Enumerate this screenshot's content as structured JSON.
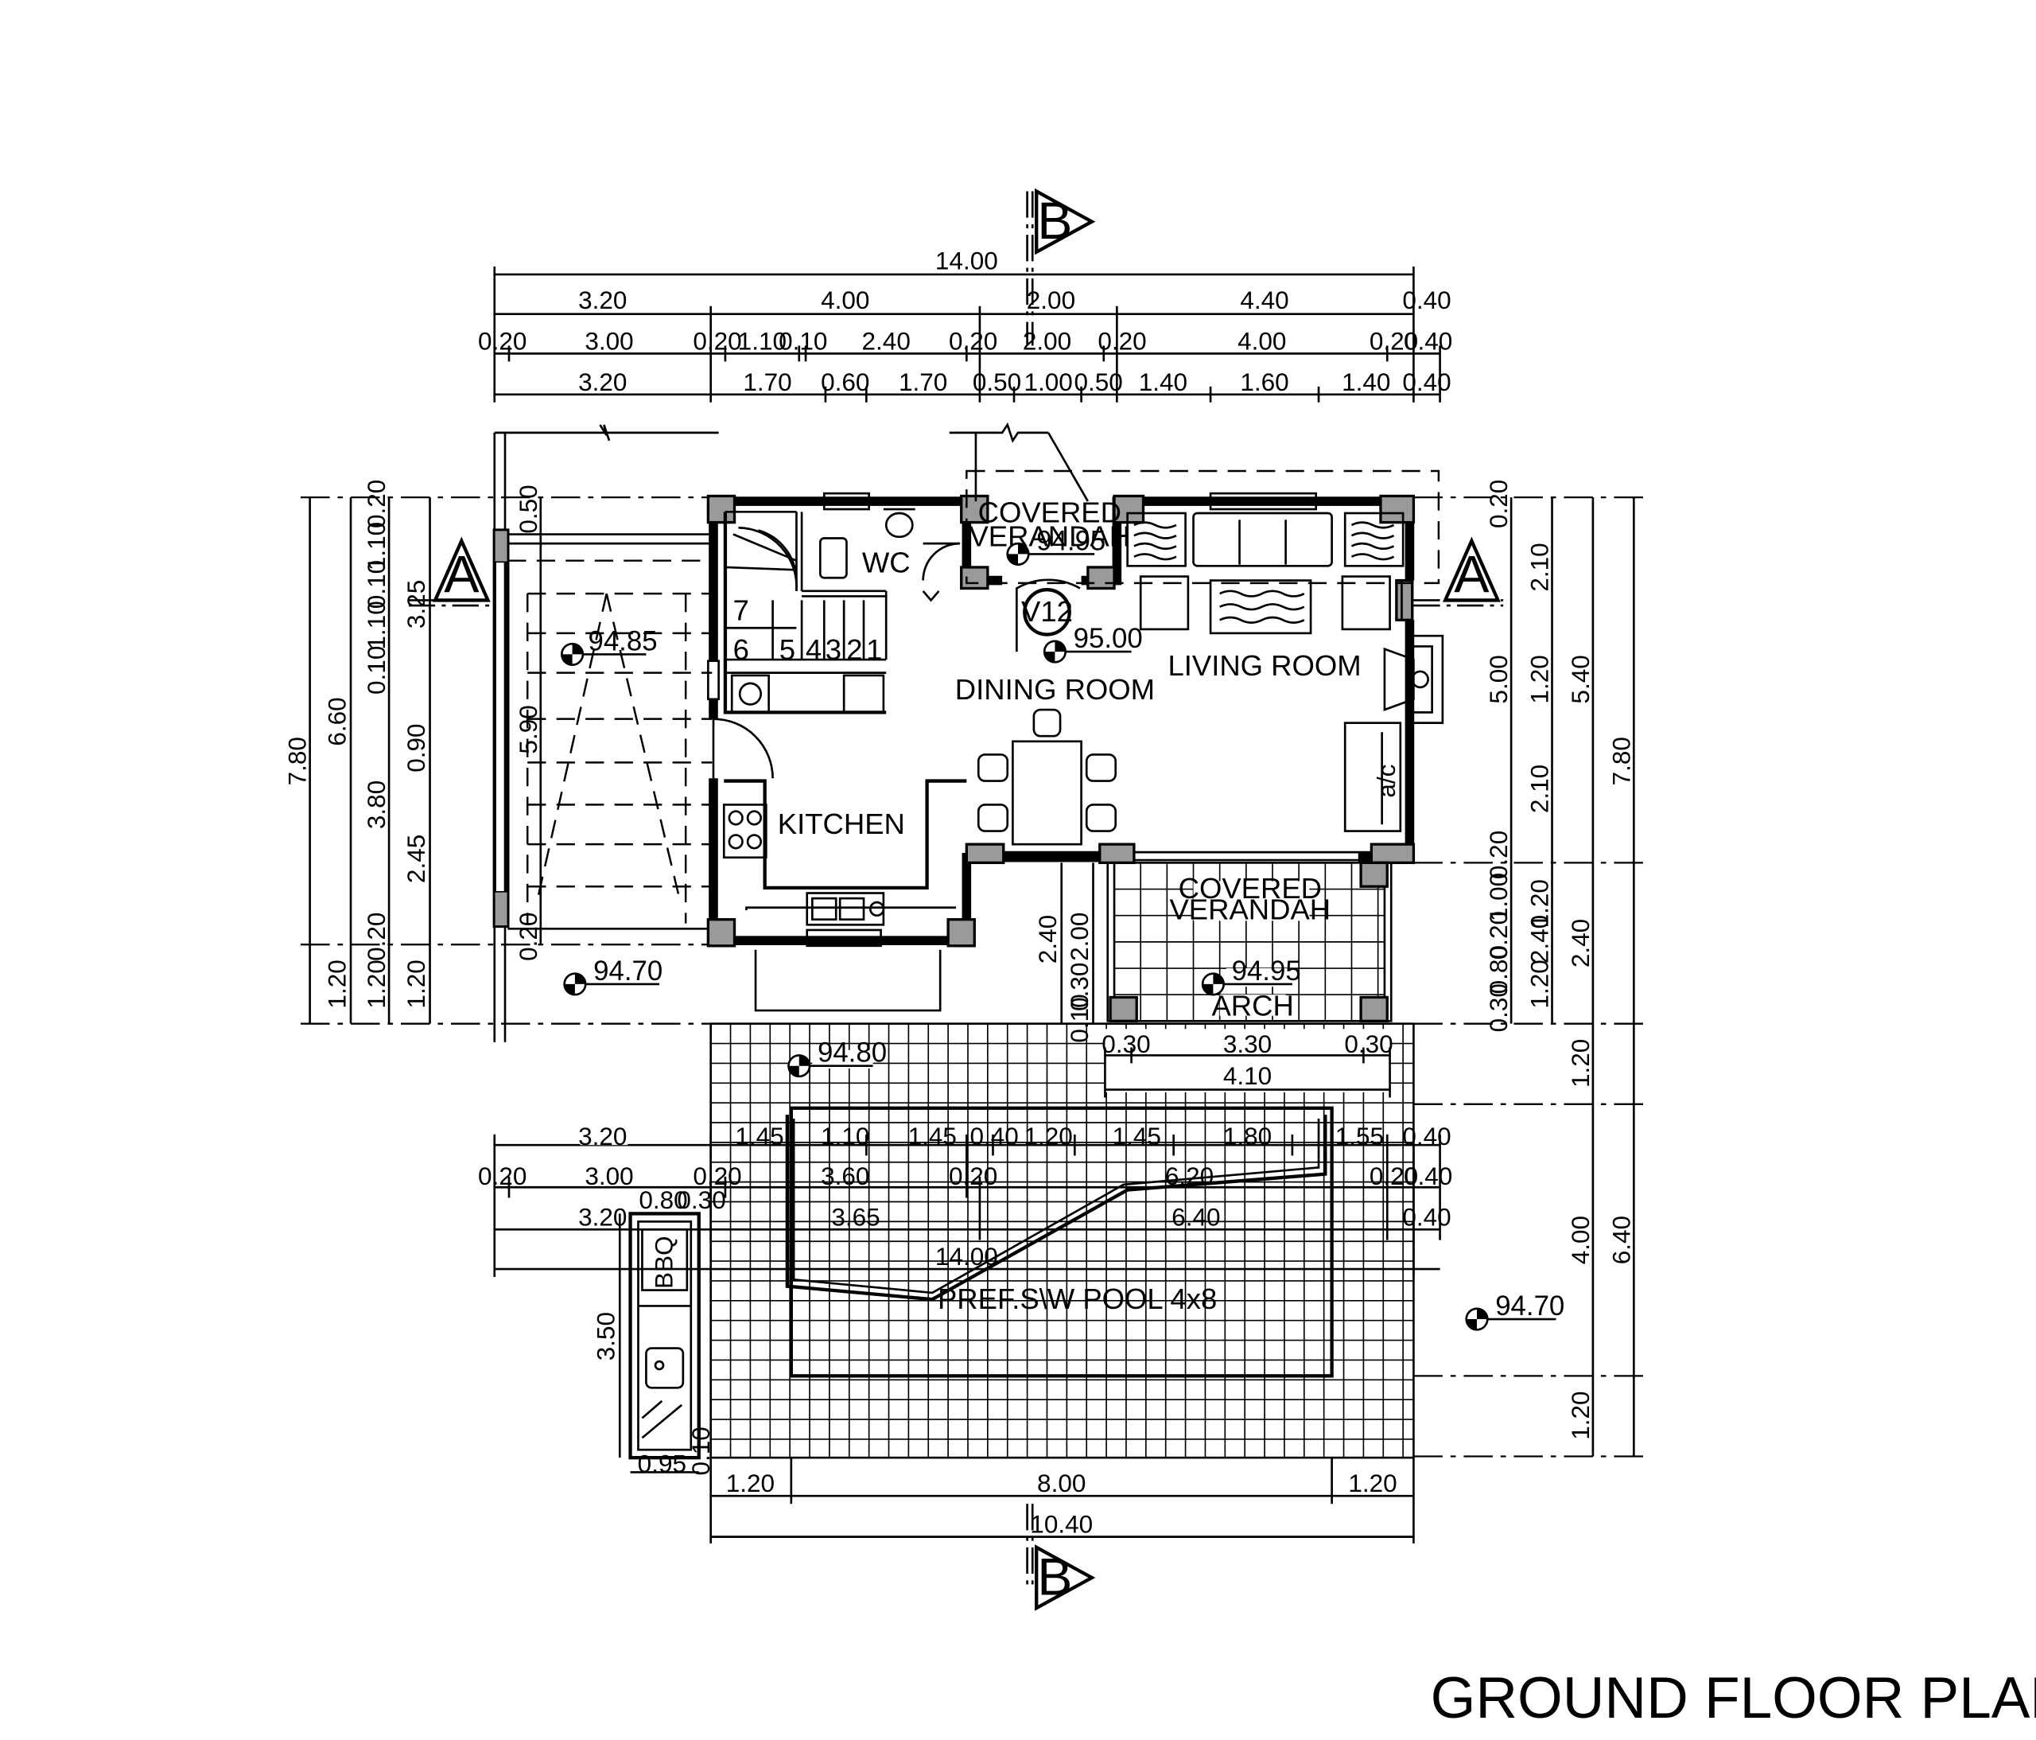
{
  "title": "GROUND FLOOR PLAN",
  "section_markers": {
    "a_left": "A",
    "a_right": "A",
    "b_top": "B",
    "b_bottom": "B"
  },
  "rooms": {
    "covered_verandah_top_1": "COVERED",
    "covered_verandah_top_2": "VERANDAH",
    "wc": "WC",
    "dining": "DINING ROOM",
    "living": "LIVING ROOM",
    "kitchen": "KITCHEN",
    "covered_verandah_bottom_1": "COVERED",
    "covered_verandah_bottom_2": "VERANDAH",
    "arch": "ARCH",
    "pool": "PREF.S\\W POOL 4x8",
    "bbq": "BBQ",
    "ac": "a/c",
    "v12": "V12"
  },
  "levels": {
    "verandah_top": "94.95",
    "stair_garden": "94.85",
    "dining": "95.00",
    "left_yard": "94.70",
    "verandah_bottom": "94.95",
    "terrace": "94.80",
    "right_yard": "94.70"
  },
  "stair_steps": [
    "7",
    "6",
    "5",
    "4",
    "3",
    "2",
    "1"
  ],
  "dims": {
    "top_total": "14.00",
    "top_r1": [
      "3.20",
      "4.00",
      "2.00",
      "4.40",
      "0.40"
    ],
    "top_r2": [
      "0.20",
      "3.00",
      "0.20",
      "1.10",
      "0.10",
      "2.40",
      "0.20",
      "2.00",
      "0.20",
      "4.00",
      "0.20",
      "0.40"
    ],
    "top_r3": [
      "3.20",
      "1.70",
      "0.60",
      "1.70",
      "0.50",
      "1.00",
      "0.50",
      "1.40",
      "1.60",
      "1.40",
      "0.40"
    ],
    "left_total": "7.80",
    "left_c2": [
      "6.60",
      "1.20"
    ],
    "left_c3": [
      "0.20",
      "1.10",
      "0.10",
      "1.10",
      "0.10",
      "3.80",
      "0.20",
      "1.20"
    ],
    "left_c4": [
      "3.25",
      "0.90",
      "2.45",
      "1.20"
    ],
    "left_c5": [
      "0.50",
      "5.90",
      "0.20"
    ],
    "right_c1": [
      "0.20",
      "5.00",
      "0.20",
      "1.00",
      "0.20",
      "0.80",
      "0.30"
    ],
    "right_c2": [
      "2.10",
      "1.20",
      "2.10",
      "1.20",
      "2.40",
      "1.20"
    ],
    "right_c3": [
      "5.40",
      "2.40"
    ],
    "right_c4": [
      "7.80",
      "1.20",
      "4.00",
      "1.20"
    ],
    "right_c5": "6.40",
    "verandah_bottom": [
      "2.40",
      "2.00",
      "0.30",
      "0.10"
    ],
    "arch_row": [
      "0.30",
      "3.30",
      "0.30"
    ],
    "arch_total": "4.10",
    "pool_r1": [
      "3.20",
      "1.45",
      "1.10",
      "1.45",
      "0.40",
      "1.20",
      "1.45",
      "1.80",
      "1.55",
      "0.40"
    ],
    "pool_r2": [
      "0.20",
      "3.00",
      "0.20",
      "3.60",
      "0.20",
      "6.20",
      "0.20",
      "0.40"
    ],
    "pool_r3": [
      "3.20",
      "0.80",
      "0.30",
      "3.65",
      "6.40",
      "0.40"
    ],
    "pool_total": "14.00",
    "bbq_h": "3.50",
    "bbq_w": "0.95",
    "bbq_gap": "0.10",
    "bottom_r1": [
      "1.20",
      "8.00",
      "1.20"
    ],
    "bottom_total": "10.40"
  }
}
